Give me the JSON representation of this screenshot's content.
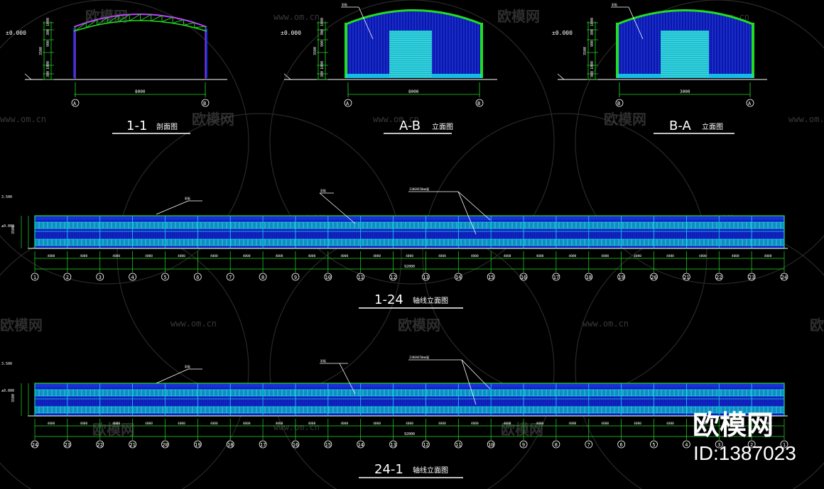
{
  "watermark": {
    "brand": "欧模网",
    "url": "www.om.cn"
  },
  "levels": {
    "ground": "±0.000"
  },
  "section_1_1": {
    "title_num": "1-1",
    "title_suffix": "剖面图",
    "span": "8000",
    "axis_a": "A",
    "axis_b": "B",
    "dims": [
      "1000",
      "300",
      "900",
      "3500",
      "1000",
      "300"
    ]
  },
  "elev_ab": {
    "title_num": "A-B",
    "title_suffix": "立面图",
    "span": "8000",
    "axis_left": "A",
    "axis_right": "B",
    "dims": [
      "1000",
      "300",
      "900",
      "3500",
      "1000",
      "300"
    ],
    "note": "彩板"
  },
  "elev_ba": {
    "title_num": "B-A",
    "title_suffix": "立面图",
    "span": "3000",
    "axis_left": "B",
    "axis_right": "A",
    "dims": [
      "1000",
      "300",
      "900",
      "3500",
      "1000",
      "300"
    ],
    "note": "彩板"
  },
  "elev_1_24": {
    "title_num": "1-24",
    "title_suffix": "轴线立面图",
    "total": "92000",
    "bay": "4000",
    "axes": [
      "1",
      "2",
      "3",
      "4",
      "5",
      "6",
      "7",
      "8",
      "9",
      "10",
      "11",
      "12",
      "13",
      "14",
      "15",
      "16",
      "17",
      "18",
      "19",
      "20",
      "21",
      "22",
      "23",
      "24"
    ],
    "note_left": "彩板",
    "note_mid": "彩板",
    "note_right": "3300X650mm窗",
    "level_top": "3.500",
    "level_mid": "±0.000",
    "height": "3500"
  },
  "elev_24_1": {
    "title_num": "24-1",
    "title_suffix": "轴线立面图",
    "total": "92000",
    "bay": "4000",
    "axes": [
      "24",
      "23",
      "22",
      "21",
      "20",
      "19",
      "18",
      "17",
      "16",
      "15",
      "14",
      "13",
      "12",
      "11",
      "10",
      "9",
      "8",
      "7",
      "6",
      "5",
      "4",
      "3",
      "2",
      "1"
    ],
    "note_left": "彩板",
    "note_mid": "彩板",
    "note_right": "3300X650mm窗",
    "level_top": "3.500",
    "level_mid": "±0.000",
    "height": "3500"
  },
  "brand_logo": {
    "text": "欧模网",
    "id": "ID:1387023"
  },
  "colors": {
    "green": "#22dd22",
    "blue": "#1a2fd6",
    "cyan": "#18d8f0",
    "magenta": "#c040ff",
    "white": "#ffffff"
  }
}
